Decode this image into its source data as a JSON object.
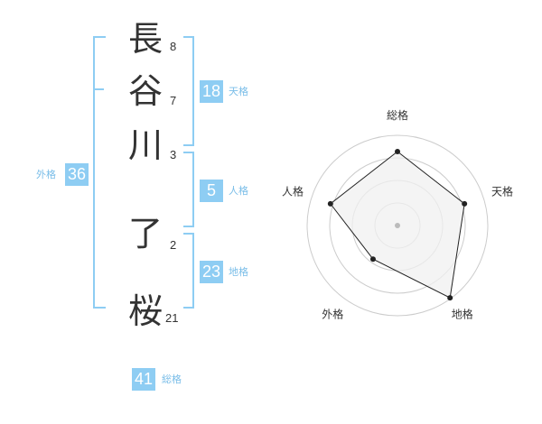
{
  "name": {
    "characters": [
      {
        "char": "長",
        "strokes": "8"
      },
      {
        "char": "谷",
        "strokes": "7"
      },
      {
        "char": "川",
        "strokes": "3"
      },
      {
        "char": "了",
        "strokes": "2"
      },
      {
        "char": "桜",
        "strokes": "21"
      }
    ]
  },
  "kakusu": {
    "tenkaku": {
      "label": "天格",
      "value": "18"
    },
    "jinkaku": {
      "label": "人格",
      "value": "5"
    },
    "chikaku": {
      "label": "地格",
      "value": "23"
    },
    "gaikaku": {
      "label": "外格",
      "value": "36"
    },
    "soukaku": {
      "label": "総格",
      "value": "41"
    }
  },
  "chart_data": {
    "type": "radar",
    "axes": [
      "総格",
      "天格",
      "地格",
      "外格",
      "人格"
    ],
    "values": [
      0.82,
      0.78,
      0.99,
      0.46,
      0.78
    ],
    "rings": 4,
    "range": [
      0,
      1
    ],
    "colors": {
      "fill": "#f0f0f0",
      "line": "#222222",
      "grid": "#cccccc",
      "point": "#222222"
    }
  },
  "colors": {
    "accent": "#8ecdf3",
    "label": "#79bde8",
    "text": "#333333"
  }
}
